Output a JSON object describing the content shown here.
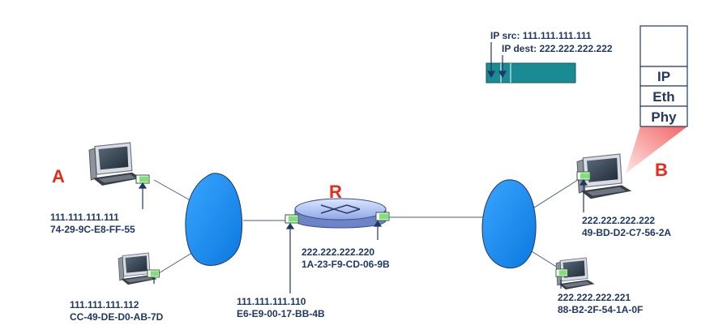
{
  "hosts": {
    "a": {
      "letter": "A",
      "ip": "111.111.111.111",
      "mac": "74-29-9C-E8-FF-55"
    },
    "b": {
      "letter": "B",
      "ip": "222.222.222.222",
      "mac": "49-BD-D2-C7-56-2A"
    },
    "left_lower": {
      "ip": "111.111.111.112",
      "mac": "CC-49-DE-D0-AB-7D"
    },
    "right_lower": {
      "ip": "222.222.222.221",
      "mac": "88-B2-2F-54-1A-0F"
    }
  },
  "router": {
    "letter": "R",
    "left_interface": {
      "ip": "111.111.111.110",
      "mac": "E6-E9-00-17-BB-4B"
    },
    "right_interface": {
      "ip": "222.222.222.220",
      "mac": "1A-23-F9-CD-06-9B"
    }
  },
  "datagram": {
    "ip_src_label": "IP src: 111.111.111.111",
    "ip_dest_label": "IP dest: 222.222.222.222"
  },
  "stack": {
    "layers": [
      "IP",
      "Eth",
      "Phy"
    ]
  },
  "colors": {
    "label": "#1f3864",
    "accent_red": "#e8291c",
    "cloud": "#1e90ff",
    "frame": "#1a8a93",
    "adapter": "#7fe07a"
  }
}
